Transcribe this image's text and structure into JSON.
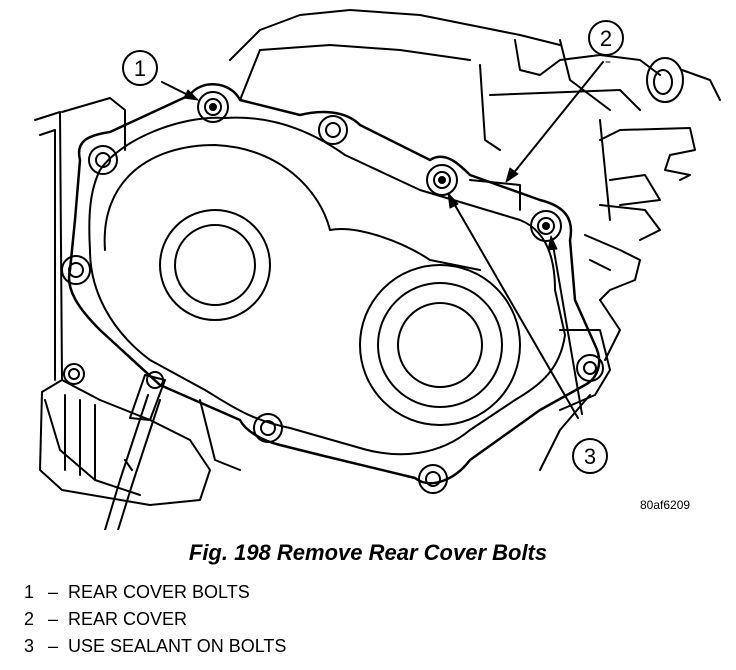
{
  "figure": {
    "id": "80af6209",
    "caption": "Fig. 198 Remove Rear Cover Bolts"
  },
  "callouts": [
    {
      "number": "1",
      "label": "REAR COVER BOLTS"
    },
    {
      "number": "2",
      "label": "REAR COVER"
    },
    {
      "number": "3",
      "label": "USE SEALANT ON BOLTS"
    }
  ],
  "legend_separator": "–"
}
